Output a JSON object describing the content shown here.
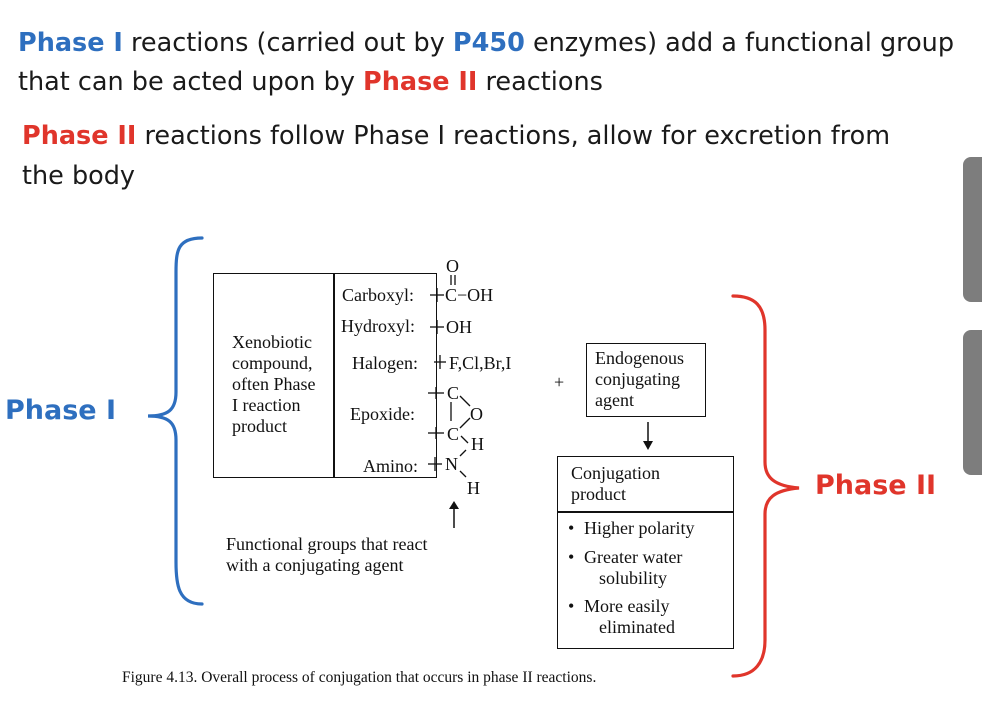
{
  "header": {
    "line1_part1": "Phase I",
    "line1_part2": " reactions (carried out by ",
    "line1_part3": "P450",
    "line1_part4": " enzymes) add a functional group",
    "line2_part1": "that can be acted upon by ",
    "line2_part2": "Phase II",
    "line2_part3": " reactions",
    "line3_part1": "Phase II",
    "line3_part2": " reactions follow Phase I reactions, allow for excretion from",
    "line4": "the body"
  },
  "labels": {
    "phase1": "Phase I",
    "phase2": "Phase II"
  },
  "figure": {
    "xenobiotic_lines": [
      "Xenobiotic",
      "compound,",
      "often Phase",
      "I reaction",
      "product"
    ],
    "groups": {
      "carboxyl": "Carboxyl:",
      "carboxyl_formula": "C−OH",
      "carboxyl_o": "O",
      "hydroxyl": "Hydroxyl:",
      "hydroxyl_formula": "OH",
      "halogen": "Halogen:",
      "halogen_formula": "F,Cl,Br,I",
      "epoxide": "Epoxide:",
      "epoxide_c1": "C",
      "epoxide_o": "O",
      "epoxide_c2": "C",
      "epoxide_h": "H",
      "amino": "Amino:",
      "amino_n": "N",
      "amino_h": "H"
    },
    "plus": "+",
    "endogenous_lines": [
      "Endogenous",
      "conjugating",
      "agent"
    ],
    "conjugation_product_lines": [
      "Conjugation",
      "product"
    ],
    "properties": [
      [
        "Higher polarity"
      ],
      [
        "Greater water",
        "solubility"
      ],
      [
        "More easily",
        "eliminated"
      ]
    ],
    "functional_note_lines": [
      "Functional groups that react",
      "with a conjugating agent"
    ],
    "caption": "Figure 4.13.  Overall process of conjugation that occurs in phase II reactions."
  },
  "colors": {
    "phase1_blue": "#2e6fbf",
    "phase2_red": "#e0352b"
  }
}
